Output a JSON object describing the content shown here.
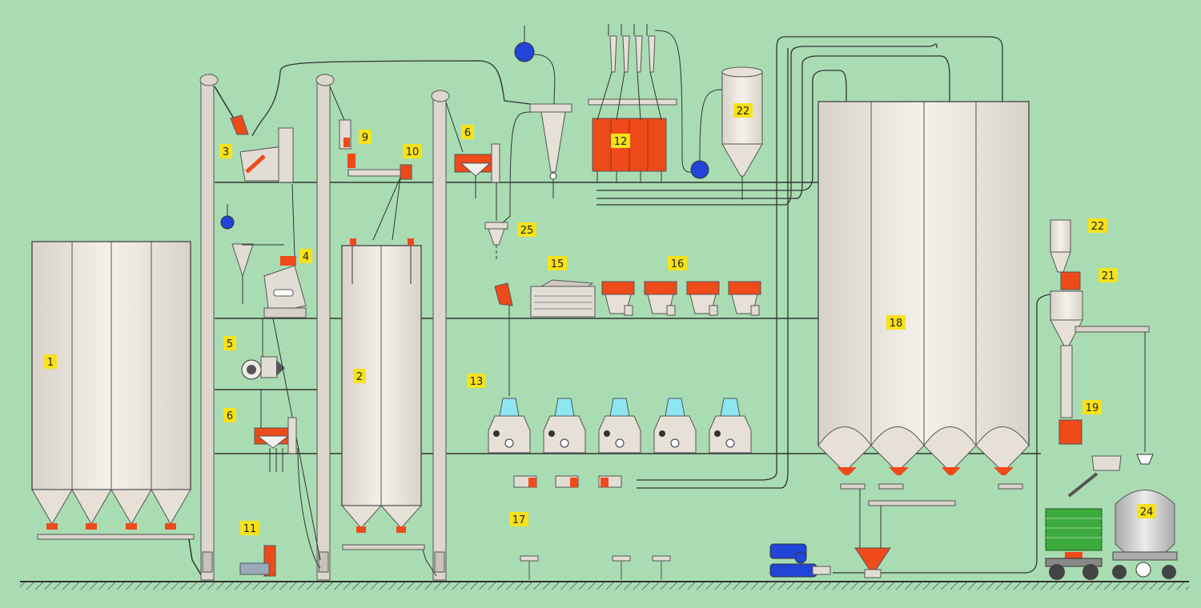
{
  "title": "",
  "colors": {
    "background": "#a9dcb2",
    "equipment_body": "#efe9e0",
    "equipment_outline": "#555555",
    "accent_orange": "#ee4a1a",
    "fan_blue": "#2244d8",
    "label_bg": "#f7e21a",
    "glass_cyan": "#8ee6f2",
    "trailer_green": "#3caa3c",
    "steel_grey": "#c8c8c8"
  },
  "labels": {
    "l1": "1",
    "l2": "2",
    "l3": "3",
    "l4": "4",
    "l5": "5",
    "l6a": "6",
    "l6b": "6",
    "l9": "9",
    "l10": "10",
    "l11": "11",
    "l12": "12",
    "l13": "13",
    "l15": "15",
    "l16": "16",
    "l17": "17",
    "l18": "18",
    "l19": "19",
    "l21": "21",
    "l22a": "22",
    "l22b": "22",
    "l24": "24",
    "l25": "25"
  }
}
